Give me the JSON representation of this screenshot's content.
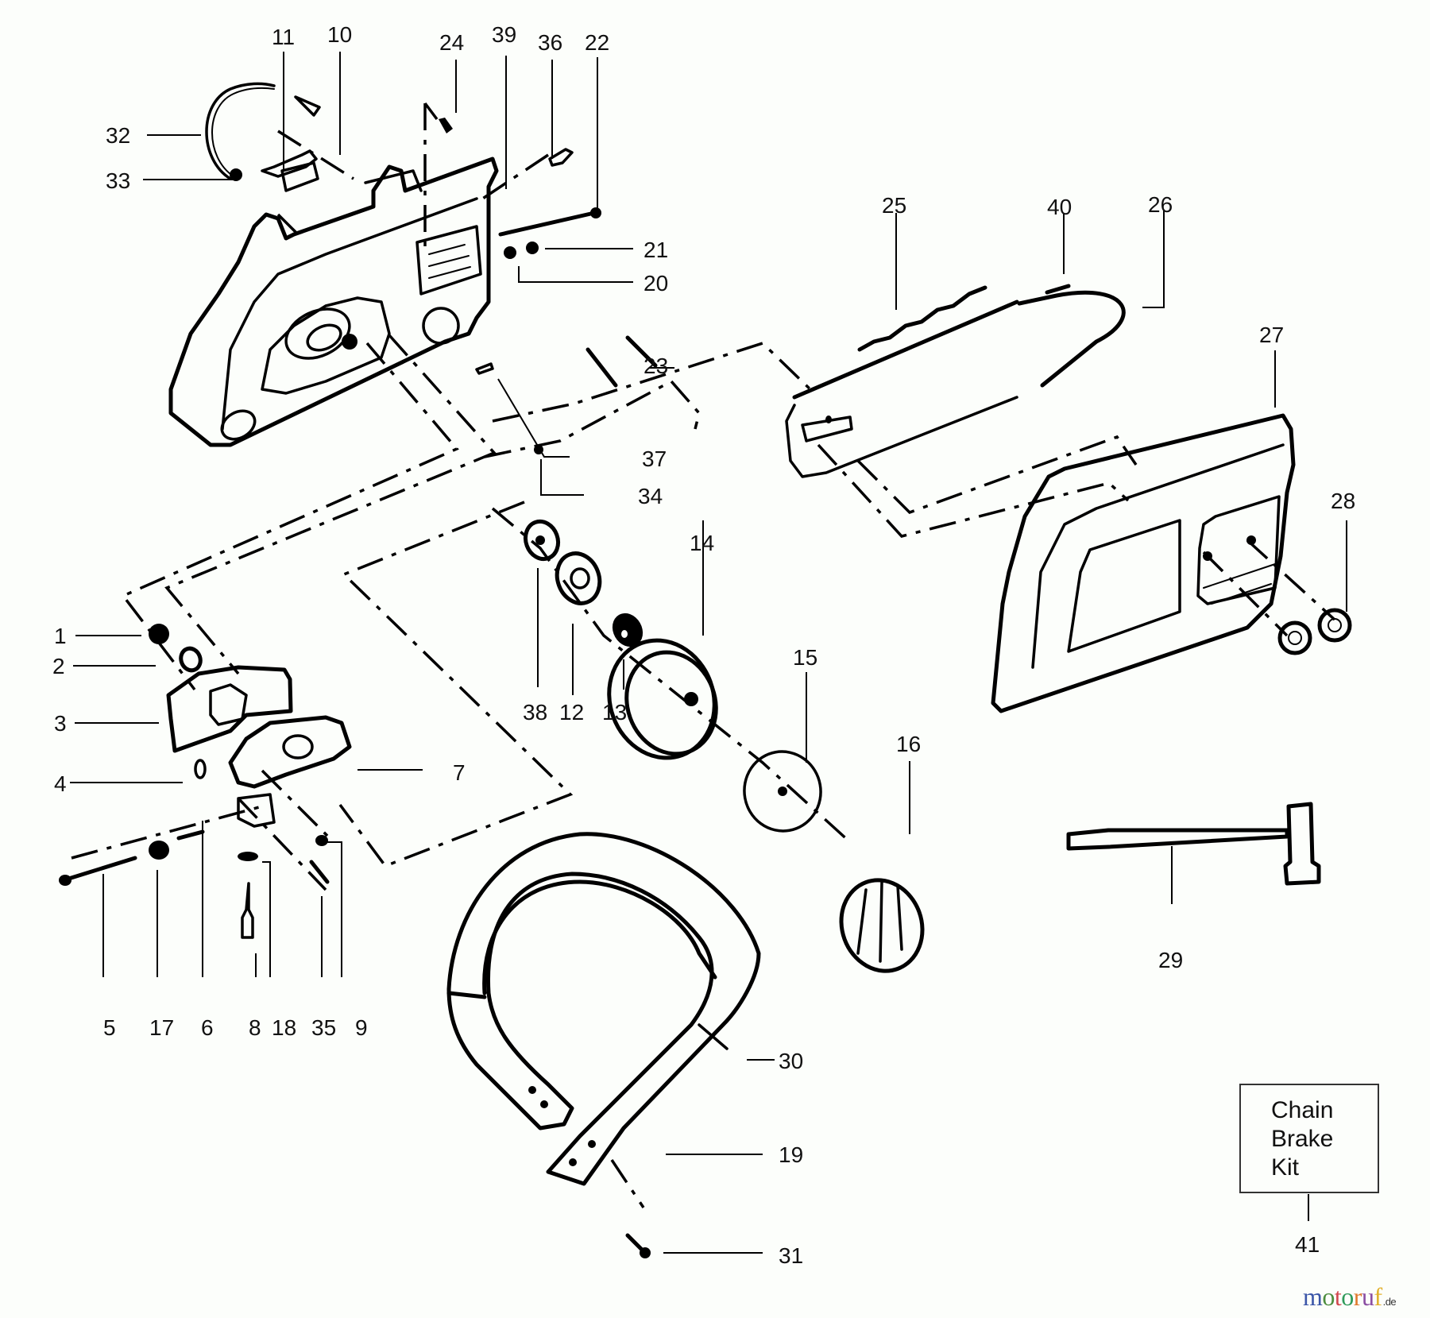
{
  "diagram": {
    "title": "Chainsaw clutch, bar, chain & chain brake exploded parts diagram",
    "part_labels": [
      {
        "id": "1",
        "name": "part-1"
      },
      {
        "id": "2",
        "name": "part-2"
      },
      {
        "id": "3",
        "name": "part-3"
      },
      {
        "id": "4",
        "name": "part-4"
      },
      {
        "id": "5",
        "name": "part-5"
      },
      {
        "id": "6",
        "name": "part-6"
      },
      {
        "id": "7",
        "name": "part-7"
      },
      {
        "id": "8",
        "name": "part-8"
      },
      {
        "id": "9",
        "name": "part-9"
      },
      {
        "id": "10",
        "name": "part-10"
      },
      {
        "id": "11",
        "name": "part-11"
      },
      {
        "id": "12",
        "name": "part-12"
      },
      {
        "id": "13",
        "name": "part-13"
      },
      {
        "id": "14",
        "name": "part-14"
      },
      {
        "id": "15",
        "name": "part-15"
      },
      {
        "id": "16",
        "name": "part-16"
      },
      {
        "id": "17",
        "name": "part-17"
      },
      {
        "id": "18",
        "name": "part-18"
      },
      {
        "id": "19",
        "name": "part-19"
      },
      {
        "id": "20",
        "name": "part-20"
      },
      {
        "id": "21",
        "name": "part-21"
      },
      {
        "id": "22",
        "name": "part-22"
      },
      {
        "id": "23",
        "name": "part-23"
      },
      {
        "id": "24",
        "name": "part-24"
      },
      {
        "id": "25",
        "name": "part-25"
      },
      {
        "id": "26",
        "name": "part-26"
      },
      {
        "id": "27",
        "name": "part-27"
      },
      {
        "id": "28",
        "name": "part-28"
      },
      {
        "id": "29",
        "name": "part-29"
      },
      {
        "id": "30",
        "name": "part-30"
      },
      {
        "id": "31",
        "name": "part-31"
      },
      {
        "id": "32",
        "name": "part-32"
      },
      {
        "id": "33",
        "name": "part-33"
      },
      {
        "id": "34",
        "name": "part-34"
      },
      {
        "id": "35",
        "name": "part-35"
      },
      {
        "id": "36",
        "name": "part-36"
      },
      {
        "id": "37",
        "name": "part-37"
      },
      {
        "id": "38",
        "name": "part-38"
      },
      {
        "id": "39",
        "name": "part-39"
      },
      {
        "id": "40",
        "name": "part-40"
      },
      {
        "id": "41",
        "name": "part-41"
      }
    ],
    "kit_box": {
      "lines": [
        "Chain",
        "Brake",
        "Kit"
      ],
      "part_number": "41"
    },
    "components": {
      "engine_housing": "engine-housing",
      "guide_bar": "guide-bar",
      "saw_chain": "saw-chain",
      "sprocket_cover": "sprocket-cover",
      "clutch_drum": "clutch-drum",
      "clutch": "clutch",
      "front_handle": "front-handle",
      "oil_pump": "oil-pump",
      "scrench": "scrench-tool"
    }
  },
  "watermark": {
    "letters": [
      {
        "ch": "m",
        "color": "#3b56a8"
      },
      {
        "ch": "o",
        "color": "#4c8d3e"
      },
      {
        "ch": "t",
        "color": "#d1484e"
      },
      {
        "ch": "o",
        "color": "#2f9a5a"
      },
      {
        "ch": "r",
        "color": "#e07a2e"
      },
      {
        "ch": "u",
        "color": "#8b4ea3"
      },
      {
        "ch": "f",
        "color": "#e2b12d"
      }
    ],
    "tld": ".de"
  }
}
